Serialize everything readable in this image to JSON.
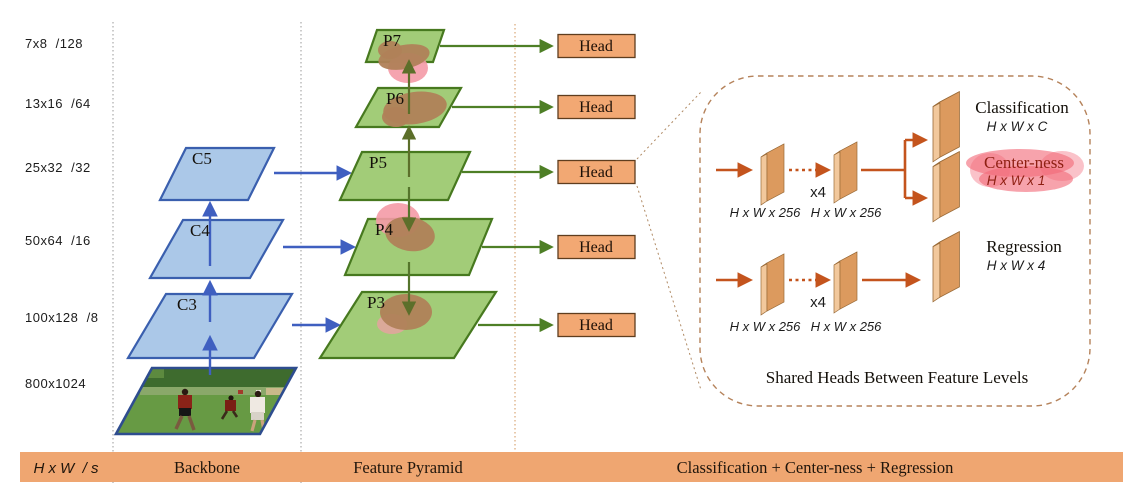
{
  "figure": {
    "title_semantic": "FCOS-style detector architecture diagram",
    "left_axis_labels": [
      "7x8  /128",
      "13x16  /64",
      "25x32  /32",
      "50x64  /16",
      "100x128  /8",
      "800x1024"
    ],
    "backbone": {
      "levels": [
        "C5",
        "C4",
        "C3"
      ]
    },
    "pyramid": {
      "levels": [
        "P7",
        "P6",
        "P5",
        "P4",
        "P3"
      ]
    },
    "head_label": "Head",
    "panel": {
      "conv_dim_label": "H x W x 256",
      "repeat_label": "x4",
      "classification": {
        "title": "Classification",
        "dims": "H x W x C"
      },
      "centerness": {
        "title": "Center-ness",
        "dims": "H x W x 1"
      },
      "regression": {
        "title": "Regression",
        "dims": "H x W x 4"
      },
      "caption": "Shared Heads Between Feature Levels"
    },
    "bottom_bar": {
      "dims": "H x W  / s",
      "backbone": "Backbone",
      "feature_pyramid": "Feature Pyramid",
      "heads": "Classification + Center-ness + Regression"
    },
    "colors": {
      "backbone_blue_fill": "#abc8e8",
      "backbone_blue_stroke": "#3a5fae",
      "pyramid_green_fill": "#a2cc78",
      "pyramid_green_stroke": "#47791f",
      "head_orange_fill": "#f2a873",
      "bar_orange": "#efa671",
      "arrow_blue": "#3f5fc0",
      "arrow_green": "#4e7f26",
      "arrow_dark_orange": "#c4541d",
      "blob_brown": "#b08159",
      "blob_pink": "#f49aa6",
      "highlight_pink": "#f26b79",
      "centerness_red": "#8e1f12",
      "panel_dash_brown": "#b5825a"
    }
  }
}
